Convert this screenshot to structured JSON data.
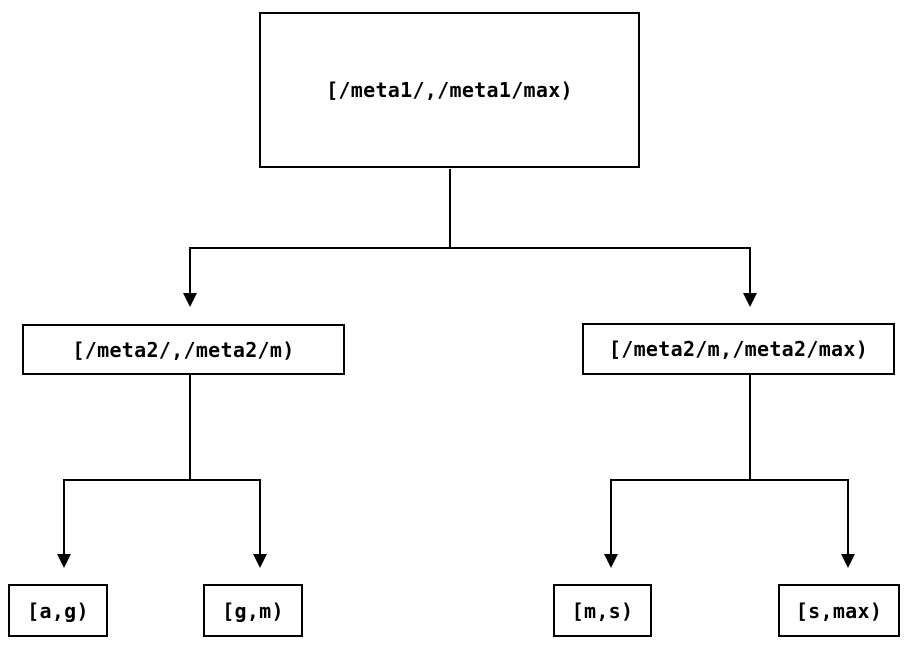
{
  "diagram": {
    "title": "interval-partition-tree",
    "background_color": "#ffffff",
    "line_color": "#000000",
    "text_color": "#000000",
    "nodes": {
      "root": {
        "label": "[/meta1/,/meta1/max)"
      },
      "mid_left": {
        "label": "[/meta2/,/meta2/m)"
      },
      "mid_right": {
        "label": "[/meta2/m,/meta2/max)"
      },
      "leaf_ag": {
        "label": "[a,g)"
      },
      "leaf_gm": {
        "label": "[g,m)"
      },
      "leaf_ms": {
        "label": "[m,s)"
      },
      "leaf_smax": {
        "label": "[s,max)"
      }
    },
    "edges": [
      {
        "from": "root",
        "to": "mid_left"
      },
      {
        "from": "root",
        "to": "mid_right"
      },
      {
        "from": "mid_left",
        "to": "leaf_ag"
      },
      {
        "from": "mid_left",
        "to": "leaf_gm"
      },
      {
        "from": "mid_right",
        "to": "leaf_ms"
      },
      {
        "from": "mid_right",
        "to": "leaf_smax"
      }
    ]
  }
}
